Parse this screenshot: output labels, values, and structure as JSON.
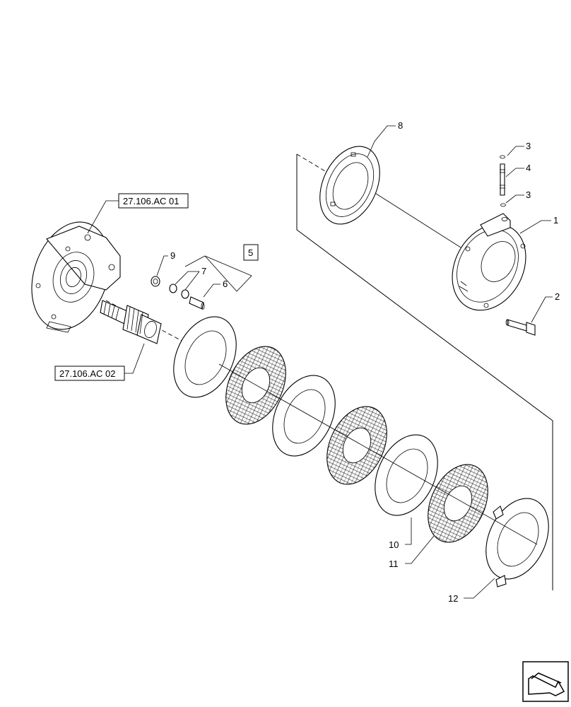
{
  "callouts": {
    "c1": "1",
    "c2": "2",
    "c3a": "3",
    "c3b": "3",
    "c4": "4",
    "c5": "5",
    "c6": "6",
    "c7": "7",
    "c8": "8",
    "c9": "9",
    "c10": "10",
    "c11": "11",
    "c12": "12"
  },
  "references": {
    "ref_top": "27.106.AC 01",
    "ref_bottom": "27.106.AC 02"
  },
  "nav_icon": "next-page-arrow-icon"
}
